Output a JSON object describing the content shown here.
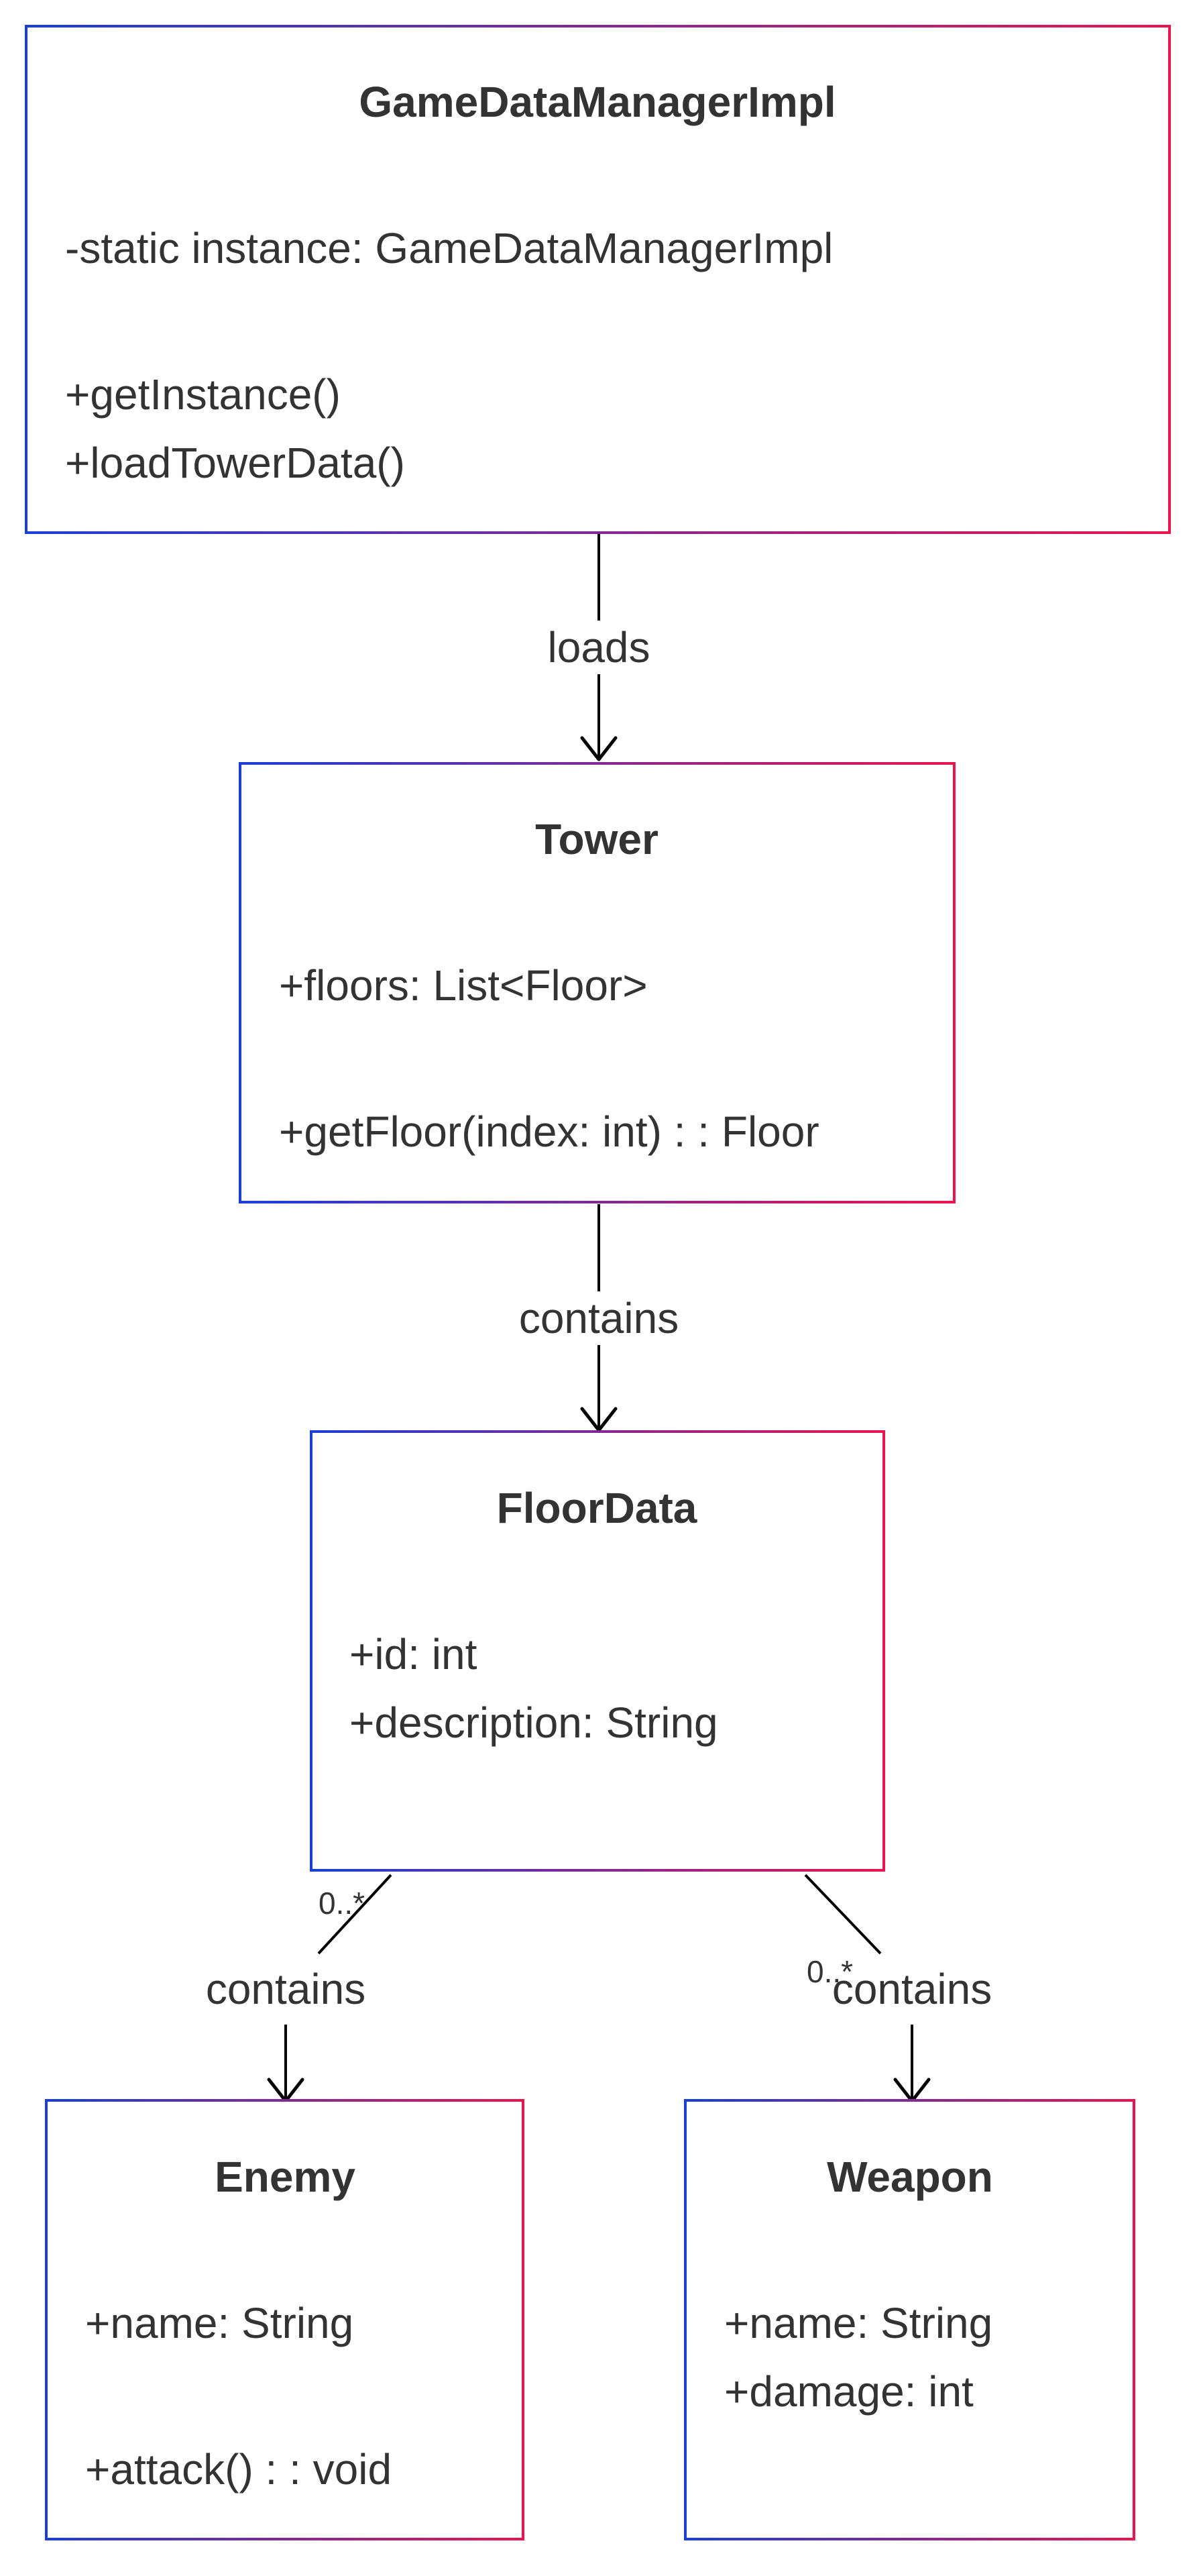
{
  "border_gradient": {
    "start": "#1a3fd6",
    "end": "#e8154f"
  },
  "classes": {
    "game_data_manager": {
      "name": "GameDataManagerImpl",
      "attributes": [
        "-static instance: GameDataManagerImpl"
      ],
      "methods": [
        "+getInstance()",
        "+loadTowerData()"
      ]
    },
    "tower": {
      "name": "Tower",
      "attributes": [
        "+floors: List<Floor>"
      ],
      "methods": [
        "+getFloor(index: int) : : Floor"
      ]
    },
    "floor_data": {
      "name": "FloorData",
      "attributes": [
        "+id: int",
        "+description: String"
      ],
      "methods": []
    },
    "enemy": {
      "name": "Enemy",
      "attributes": [
        "+name: String"
      ],
      "methods": [
        "+attack() : : void"
      ]
    },
    "weapon": {
      "name": "Weapon",
      "attributes": [
        "+name: String",
        "+damage: int"
      ],
      "methods": []
    }
  },
  "relations": {
    "manager_tower": {
      "label": "loads"
    },
    "tower_floor": {
      "label": "contains"
    },
    "floor_enemy": {
      "label": "contains",
      "multiplicity": "0..*"
    },
    "floor_weapon": {
      "label": "contains",
      "multiplicity": "0..*"
    }
  }
}
